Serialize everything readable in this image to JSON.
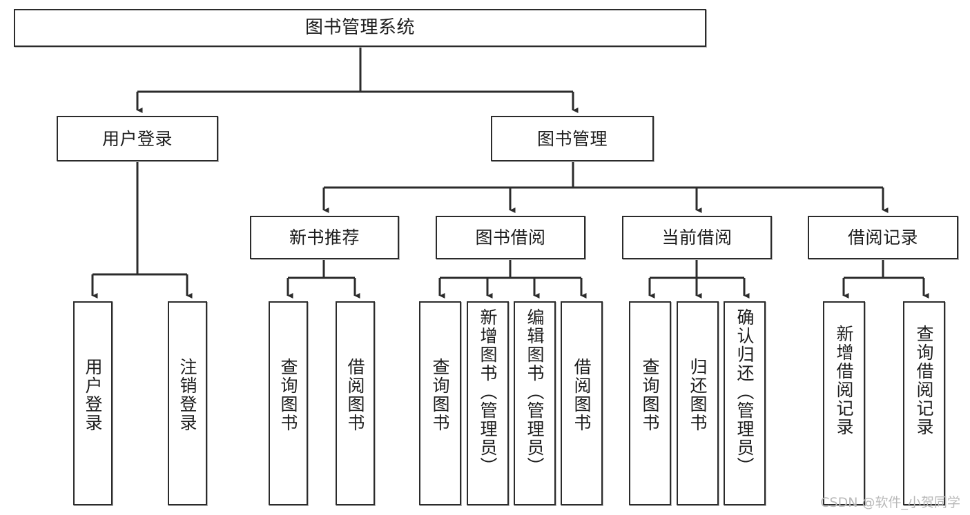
{
  "diagram": {
    "type": "tree-hierarchy-chart",
    "title": "图书管理系统",
    "orientation": "top-down",
    "colors": {
      "box_border": "#2b2b2b",
      "box_fill": "#ffffff",
      "connector": "#2b2b2b",
      "text": "#1d1d1d",
      "watermark": "#b9b9b9",
      "canvas": "#ffffff"
    }
  },
  "nodes": {
    "root": {
      "label": "图书管理系统"
    },
    "level1": [
      {
        "id": "user-login",
        "label": "用户登录"
      },
      {
        "id": "book-manage",
        "label": "图书管理"
      }
    ],
    "level2": [
      {
        "id": "new-book-recommend",
        "label": "新书推荐"
      },
      {
        "id": "book-borrow",
        "label": "图书借阅"
      },
      {
        "id": "current-borrow",
        "label": "当前借阅"
      },
      {
        "id": "borrow-record",
        "label": "借阅记录"
      }
    ],
    "leaves": {
      "user-login": [
        {
          "id": "leaf-user-login",
          "label": "用户登录"
        },
        {
          "id": "leaf-user-logout",
          "label": "注销登录"
        }
      ],
      "new-book-recommend": [
        {
          "id": "leaf-query-book-1",
          "label": "查询图书"
        },
        {
          "id": "leaf-borrow-book-1",
          "label": "借阅图书"
        }
      ],
      "book-borrow": [
        {
          "id": "leaf-query-book-2",
          "label": "查询图书"
        },
        {
          "id": "leaf-add-book",
          "label": "新增图书（管理员）"
        },
        {
          "id": "leaf-edit-book",
          "label": "编辑图书（管理员）"
        },
        {
          "id": "leaf-borrow-book-2",
          "label": "借阅图书"
        }
      ],
      "current-borrow": [
        {
          "id": "leaf-query-book-3",
          "label": "查询图书"
        },
        {
          "id": "leaf-return-book",
          "label": "归还图书"
        },
        {
          "id": "leaf-confirm-return",
          "label": "确认归还（管理员）"
        }
      ],
      "borrow-record": [
        {
          "id": "leaf-add-record",
          "label": "新增借阅记录"
        },
        {
          "id": "leaf-query-record",
          "label": "查询借阅记录"
        }
      ]
    }
  },
  "watermark": {
    "text": "CSDN @软件_小贺同学"
  }
}
